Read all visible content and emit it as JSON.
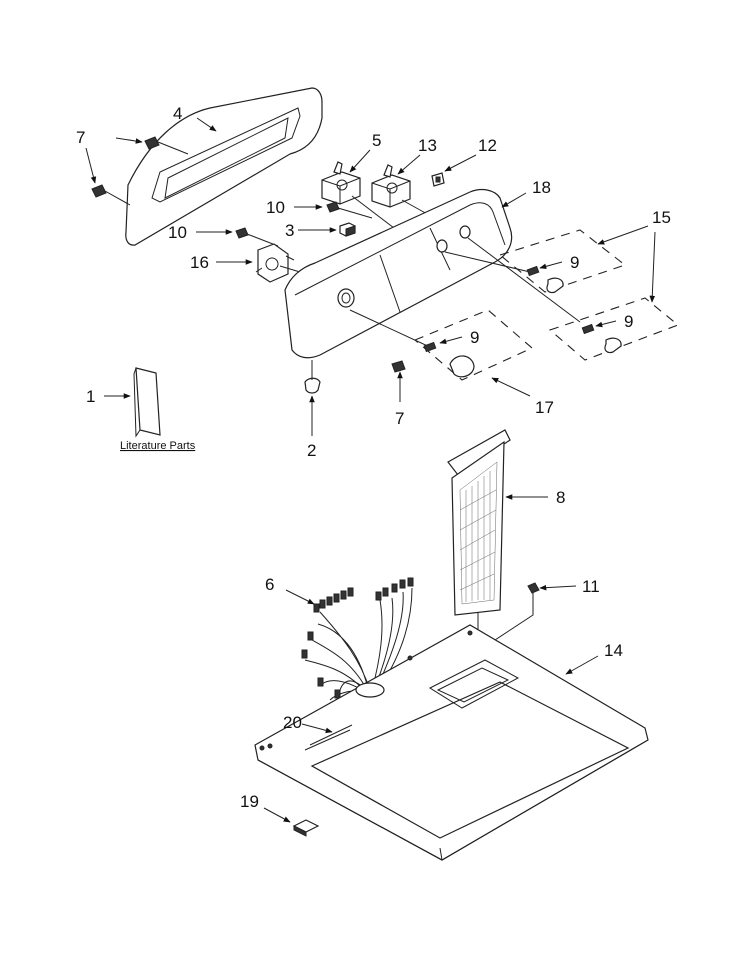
{
  "callouts": [
    {
      "id": "c4",
      "text": "4"
    },
    {
      "id": "c7a",
      "text": "7"
    },
    {
      "id": "c5",
      "text": "5"
    },
    {
      "id": "c13",
      "text": "13"
    },
    {
      "id": "c12",
      "text": "12"
    },
    {
      "id": "c18",
      "text": "18"
    },
    {
      "id": "c10a",
      "text": "10"
    },
    {
      "id": "c3",
      "text": "3"
    },
    {
      "id": "c10b",
      "text": "10"
    },
    {
      "id": "c16",
      "text": "16"
    },
    {
      "id": "c15",
      "text": "15"
    },
    {
      "id": "c9a",
      "text": "9"
    },
    {
      "id": "c9b",
      "text": "9"
    },
    {
      "id": "c9c",
      "text": "9"
    },
    {
      "id": "c1",
      "text": "1"
    },
    {
      "id": "c7b",
      "text": "7"
    },
    {
      "id": "c17",
      "text": "17"
    },
    {
      "id": "c2",
      "text": "2"
    },
    {
      "id": "c8",
      "text": "8"
    },
    {
      "id": "c6",
      "text": "6"
    },
    {
      "id": "c11",
      "text": "11"
    },
    {
      "id": "c14",
      "text": "14"
    },
    {
      "id": "c20",
      "text": "20"
    },
    {
      "id": "c19",
      "text": "19"
    }
  ],
  "literature_caption": "Literature Parts"
}
